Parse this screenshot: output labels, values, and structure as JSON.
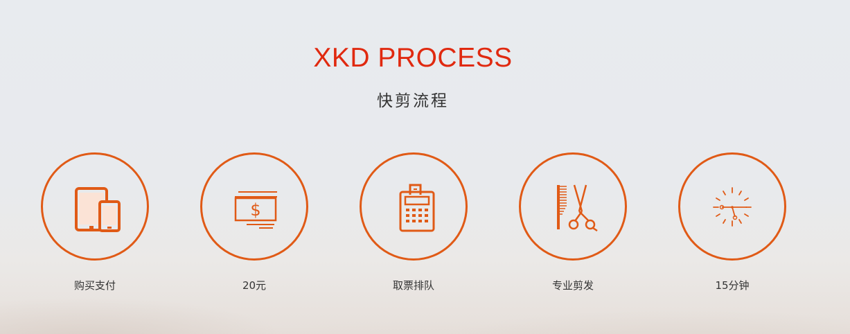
{
  "header": {
    "title": "XKD PROCESS",
    "subtitle": "快剪流程"
  },
  "accent_color": "#e05a16",
  "title_color": "#e0290f",
  "steps": [
    {
      "label": "购买支付",
      "icon": "devices-icon"
    },
    {
      "label": "20元",
      "icon": "dollar-screen-icon"
    },
    {
      "label": "取票排队",
      "icon": "ticket-machine-icon"
    },
    {
      "label": "专业剪发",
      "icon": "comb-scissors-icon"
    },
    {
      "label": "15分钟",
      "icon": "clock-icon"
    }
  ]
}
